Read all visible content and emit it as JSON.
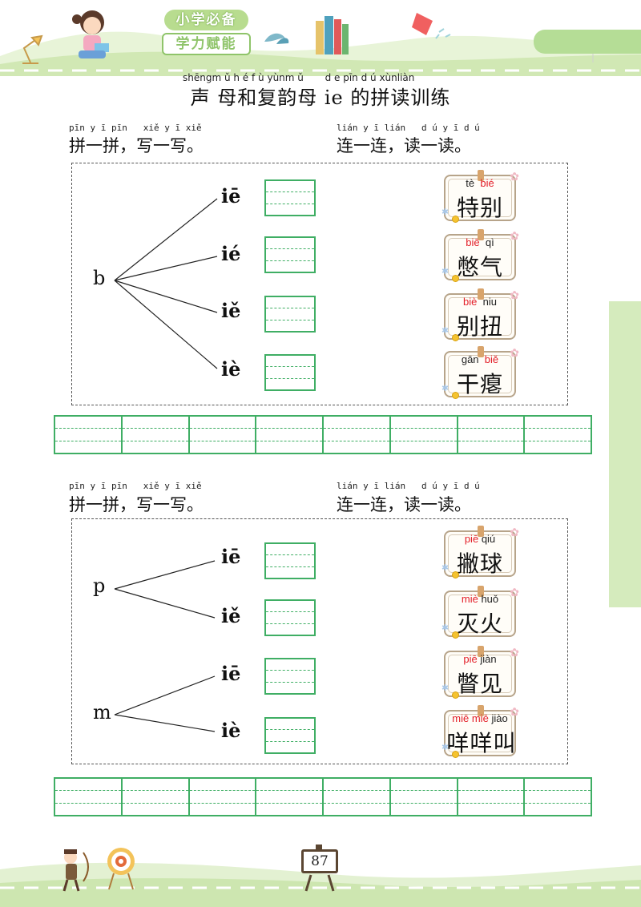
{
  "header": {
    "badge_top": "小学必备",
    "badge_bottom": "学力赋能"
  },
  "title": {
    "pinyin": "shēngm ǔ h é f ù yùnm ǔ       d e pīn d ú xùnliàn",
    "text": "声 母和复韵母 ie 的拼读训练"
  },
  "section1": {
    "left_pinyin": "pīn y ī pīn   xiě y ī xiě",
    "left_text": "拼一拼，写一写。",
    "right_pinyin": "lián y ī lián   d ú y ī d ú",
    "right_text": "连一连，读一读。",
    "consonant": "b",
    "finals": [
      "iē",
      "ié",
      "iě",
      "iè"
    ],
    "cards": [
      {
        "py1": "tè",
        "py2": "bié",
        "red": 2,
        "word": "特别"
      },
      {
        "py1": "biē",
        "py2": "qì",
        "red": 1,
        "word": "憋气"
      },
      {
        "py1": "biè",
        "py2": "niu",
        "red": 1,
        "word": "别扭"
      },
      {
        "py1": "gān",
        "py2": "biě",
        "red": 2,
        "word": "干瘪"
      }
    ]
  },
  "section2": {
    "left_pinyin": "pīn y ī pīn   xiě y ī xiě",
    "left_text": "拼一拼，写一写。",
    "right_pinyin": "lián y ī lián   d ú y ī d ú",
    "right_text": "连一连，读一读。",
    "consonant_top": "p",
    "consonant_bottom": "m",
    "finals": [
      "iē",
      "iě",
      "iē",
      "iè"
    ],
    "cards": [
      {
        "py1": "piē",
        "py2": "qiú",
        "red": 1,
        "word": "撇球"
      },
      {
        "py1": "miè",
        "py2": "huǒ",
        "red": 1,
        "word": "灭火"
      },
      {
        "py1": "piē",
        "py2": "jiàn",
        "red": 1,
        "word": "瞥见"
      },
      {
        "py1": "miē miē",
        "py2": "jiào",
        "red": 1,
        "word": "咩咩叫"
      }
    ]
  },
  "footer": {
    "page_number": "87"
  },
  "colors": {
    "green_line": "#3fae64",
    "light_green": "#b5dd96",
    "red_pinyin": "#e3202a"
  }
}
